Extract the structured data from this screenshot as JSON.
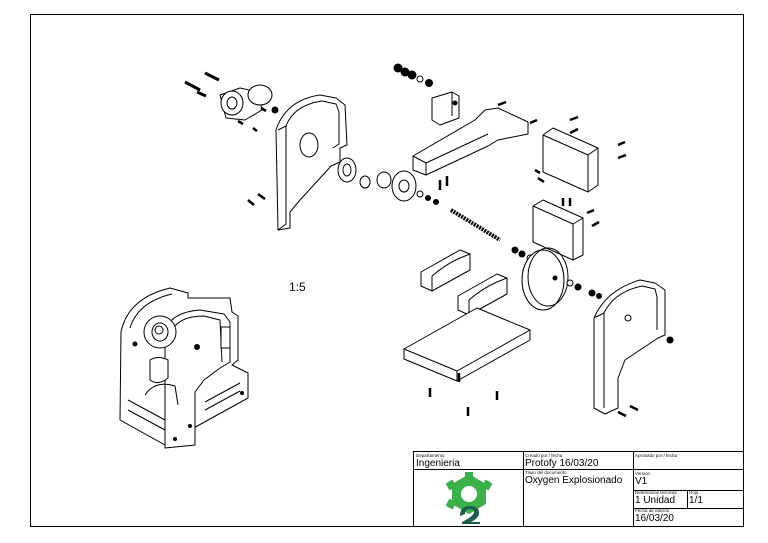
{
  "view": {
    "scale": "1:5"
  },
  "title_block": {
    "department_label": "Departamento",
    "department_value": "Ingenieria",
    "created_label": "Creado por / fecha",
    "created_value": "Protofy 16/03/20",
    "approved_label": "Aprobado por / fecha",
    "approved_value": "",
    "doc_title_label": "Titulo del documento",
    "doc_title_value": "Oxygen Explosionado",
    "version_label": "Version",
    "version_value": "V1",
    "refs_label": "Referencias técnicas",
    "refs_value": "1 Unidad",
    "sheet_label": "Hoja",
    "sheet_value": "1/1",
    "date_label": "Fecha de edición",
    "date_value": "16/03/20"
  },
  "logo": {
    "primary": "#3cb04a",
    "accent": "#1d5c4a",
    "name": "gear-2-logo"
  }
}
